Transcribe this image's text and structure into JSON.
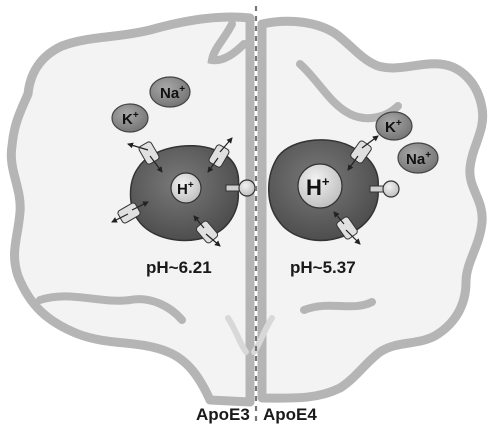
{
  "figure": {
    "left_cell": {
      "genotype": "ApoE3",
      "ph_label": "pH~6.21",
      "lumen_ion": "H",
      "lumen_ion_charge": "+",
      "cytosol_ions": [
        {
          "symbol": "Na",
          "charge": "+"
        },
        {
          "symbol": "K",
          "charge": "+"
        }
      ]
    },
    "right_cell": {
      "genotype": "ApoE4",
      "ph_label": "pH~5.37",
      "lumen_ion": "H",
      "lumen_ion_charge": "+",
      "cytosol_ions": [
        {
          "symbol": "K",
          "charge": "+"
        },
        {
          "symbol": "Na",
          "charge": "+"
        }
      ]
    },
    "colors": {
      "cell_outline": "#b5b5b5",
      "cytoplasm": "#f3f3f3",
      "endosome": "#5a5a5a",
      "ion_bubble": "#8a8a8a",
      "divider": "#777777"
    }
  }
}
